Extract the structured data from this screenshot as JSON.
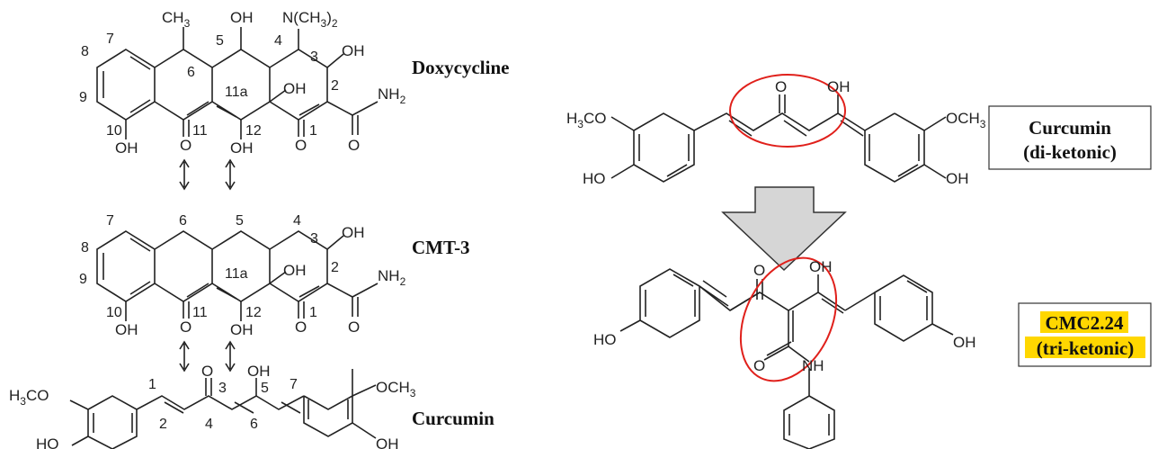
{
  "colors": {
    "highlight": "#ffd700",
    "ellipse": "#e0201b",
    "arrow_fill": "#d6d6d6"
  },
  "labels": {
    "doxycycline": "Doxycycline",
    "cmt3": "CMT-3",
    "curcumin_left": "Curcumin",
    "curcumin_box_line1": "Curcumin",
    "curcumin_box_line2": "(di-ketonic)",
    "cmc_box_line1": "CMC2.24",
    "cmc_box_line2": "(tri-ketonic)"
  },
  "atoms": {
    "ch3": "CH",
    "ch3_sub": "3",
    "oh": "OH",
    "nme2": "N(CH",
    "nme2_sub": "3",
    "nme2_end": ")",
    "nme2_sub2": "2",
    "nh2": "NH",
    "nh2_sub": "2",
    "o": "O",
    "ho": "HO",
    "h3co": "H",
    "h3co_sub": "3",
    "h3co_end": "CO",
    "och3": "OCH",
    "och3_sub": "3",
    "nh": "NH"
  },
  "numbering": {
    "n1": "1",
    "n2": "2",
    "n3": "3",
    "n4": "4",
    "n5": "5",
    "n6": "6",
    "n7": "7",
    "n8": "8",
    "n9": "9",
    "n10": "10",
    "n11": "11",
    "n11a": "11a",
    "n12": "12"
  }
}
